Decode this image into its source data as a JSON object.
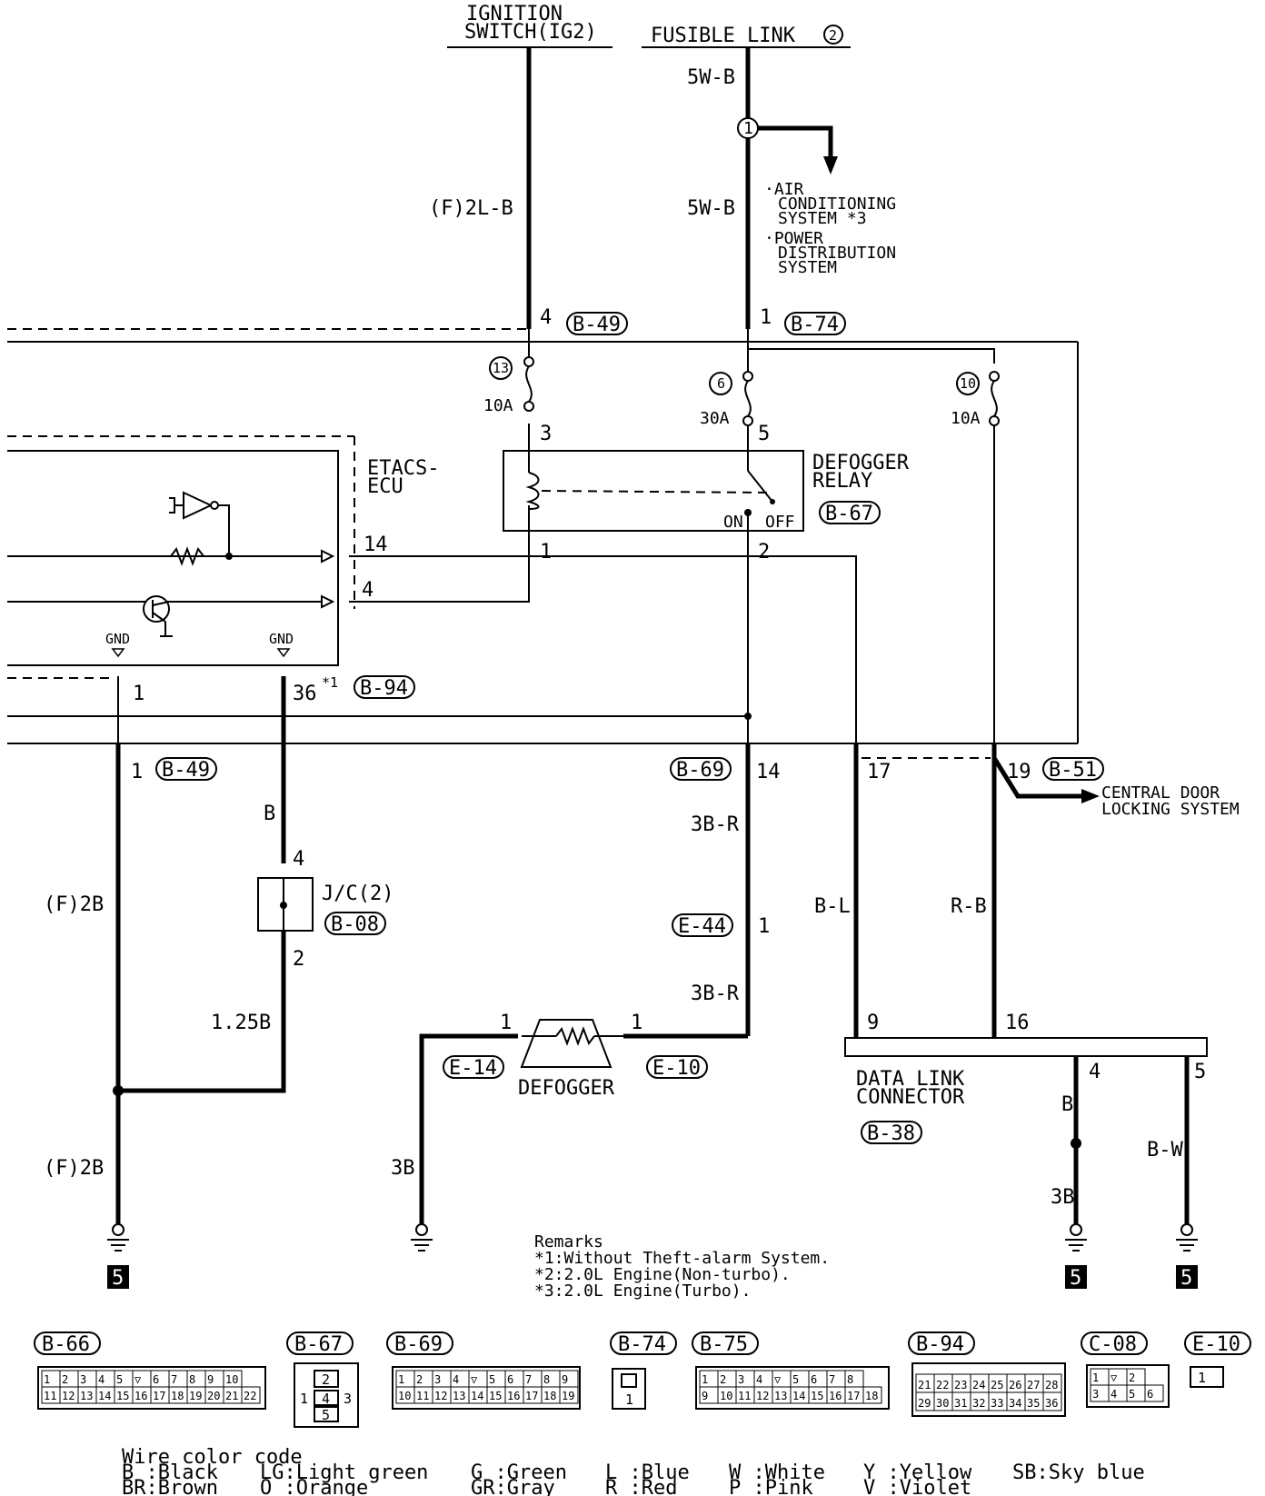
{
  "sources": {
    "ignition_switch": [
      "IGNITION",
      "SWITCH(IG2)"
    ],
    "fusible_link": "FUSIBLE LINK",
    "fusible_link_number": "2"
  },
  "wires": {
    "ign_upper": "(F)2L-B",
    "fl_top": "5W-B",
    "fl_mid": "5W-B",
    "jc_top": "B",
    "jc_bottom": "1.25B",
    "left_ground_mid": "(F)2B",
    "left_ground_low": "(F)2B",
    "relay_out_1": "3B-R",
    "relay_out_2": "3B-R",
    "dlc_pin17": "B-L",
    "dlc_pin19": "R-B",
    "defogger_ground": "3B",
    "dlc_pin4": "B",
    "dlc_pin4_low": "3B",
    "dlc_pin5": "B-W"
  },
  "branch": {
    "number": "1",
    "items": [
      "·AIR",
      "CONDITIONING",
      "SYSTEM *3",
      "·POWER",
      "DISTRIBUTION",
      "SYSTEM"
    ]
  },
  "connectors": {
    "b49_top": "B-49",
    "b74_top": "B-74",
    "b67": "B-67",
    "b94": "B-94",
    "b49_low": "B-49",
    "b69": "B-69",
    "b51": "B-51",
    "b08": "B-08",
    "e44": "E-44",
    "e14": "E-14",
    "e10": "E-10",
    "b38": "B-38"
  },
  "pins": {
    "b49_top": "4",
    "b74_top": "1",
    "relay_3": "3",
    "relay_5": "5",
    "relay_1": "1",
    "relay_2": "2",
    "etacs_14": "14",
    "etacs_4": "4",
    "etacs_1": "1",
    "etacs_36": "36",
    "etacs_36_mark": "*1",
    "b49_low": "1",
    "b69": "14",
    "dlc_17": "17",
    "dlc_19": "19",
    "jc_4": "4",
    "jc_2": "2",
    "e44": "1",
    "def_left": "1",
    "def_right": "1",
    "dlc_9": "9",
    "dlc_16": "16",
    "dlc_4": "4",
    "dlc_5": "5"
  },
  "fuses": [
    {
      "number": "13",
      "rating": "10A"
    },
    {
      "number": "6",
      "rating": "30A"
    },
    {
      "number": "10",
      "rating": "10A"
    }
  ],
  "components": {
    "etacs": [
      "ETACS-",
      "ECU"
    ],
    "gnd": "GND",
    "relay": [
      "DEFOGGER",
      "RELAY"
    ],
    "relay_on": "ON",
    "relay_off": "OFF",
    "jc": "J/C(2)",
    "defogger": "DEFOGGER",
    "dlc": [
      "DATA LINK",
      "CONNECTOR"
    ],
    "central_door": [
      "CENTRAL DOOR",
      "LOCKING SYSTEM"
    ],
    "ground_ref": "5"
  },
  "remarks": {
    "title": "Remarks",
    "lines": [
      "*1:Without Theft-alarm System.",
      "*2:2.0L Engine(Non-turbo).",
      "*3:2.0L Engine(Turbo)."
    ]
  },
  "connector_views": {
    "b66": {
      "label": "B-66",
      "row1": [
        "1",
        "2",
        "3",
        "4",
        "5",
        "",
        "6",
        "7",
        "8",
        "9",
        "10"
      ],
      "row2": [
        "11",
        "12",
        "13",
        "14",
        "15",
        "16",
        "17",
        "18",
        "19",
        "20",
        "21",
        "22"
      ]
    },
    "b67": {
      "label": "B-67",
      "pins": [
        "1",
        "2",
        "3",
        "4",
        "5"
      ]
    },
    "b69": {
      "label": "B-69",
      "row1": [
        "1",
        "2",
        "3",
        "4",
        "",
        "5",
        "6",
        "7",
        "8",
        "9"
      ],
      "row2": [
        "10",
        "11",
        "12",
        "13",
        "14",
        "15",
        "16",
        "17",
        "18",
        "19"
      ]
    },
    "b74": {
      "label": "B-74",
      "pins": [
        "1"
      ]
    },
    "b75": {
      "label": "B-75",
      "row1": [
        "1",
        "2",
        "3",
        "4",
        "",
        "5",
        "6",
        "7",
        "8"
      ],
      "row2": [
        "9",
        "10",
        "11",
        "12",
        "13",
        "14",
        "15",
        "16",
        "17",
        "18"
      ]
    },
    "b94": {
      "label": "B-94",
      "row1": [
        "21",
        "22",
        "23",
        "24",
        "25",
        "26",
        "27",
        "28"
      ],
      "row2": [
        "29",
        "30",
        "31",
        "32",
        "33",
        "34",
        "35",
        "36"
      ]
    },
    "c08": {
      "label": "C-08",
      "row1": [
        "1",
        "",
        "2"
      ],
      "row2": [
        "3",
        "4",
        "5",
        "6"
      ]
    },
    "e10": {
      "label": "E-10",
      "pins": [
        "1"
      ]
    }
  },
  "wire_color_code": {
    "title": "Wire color code",
    "entries": [
      "B :Black",
      "BR:Brown",
      "LG:Light green",
      "O :Orange",
      "G :Green",
      "GR:Gray",
      "L :Blue",
      "R :Red",
      "W :White",
      "P :Pink",
      "Y :Yellow",
      "V :Violet",
      "SB:Sky blue"
    ]
  }
}
